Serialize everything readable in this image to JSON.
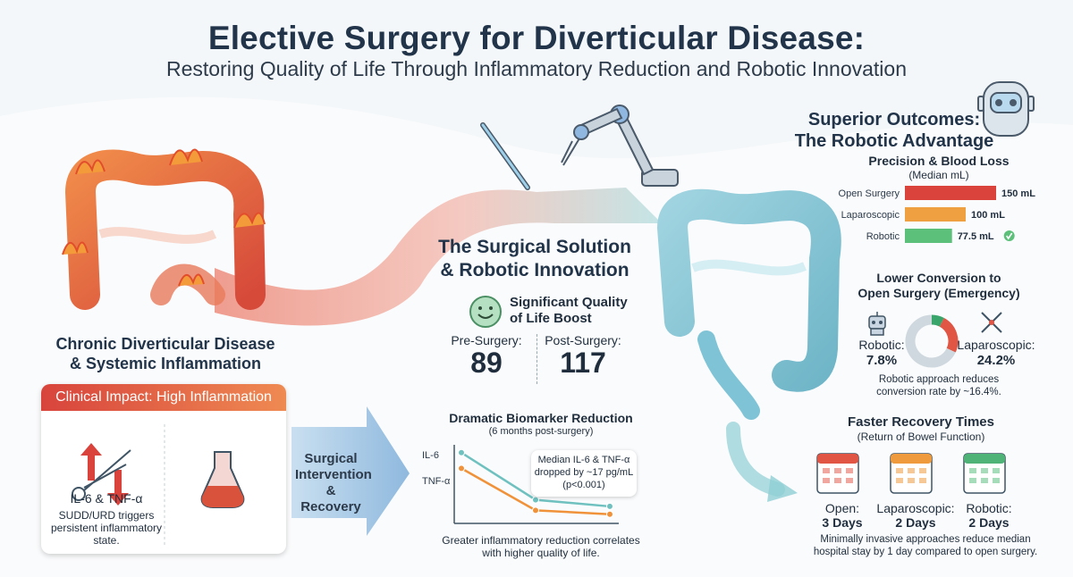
{
  "header": {
    "title": "Elective Surgery for Diverticular Disease:",
    "subtitle": "Restoring Quality of Life Through Inflammatory Reduction and Robotic Innovation"
  },
  "left": {
    "heading_line1": "Chronic Diverticular Disease",
    "heading_line2": "& Systemic Inflammation",
    "card_title": "Clinical Impact: High Inflammation",
    "markers": "IL-6 & TNF-α",
    "note_line1": "SUDD/URD triggers",
    "note_line2": "persistent inflammatory",
    "note_line3": "state."
  },
  "intervention": {
    "line1": "Surgical",
    "line2": "Intervention",
    "line3": "& Recovery"
  },
  "middle": {
    "heading_line1": "The Surgical Solution",
    "heading_line2": "& Robotic Innovation",
    "qol_line1": "Significant Quality",
    "qol_line2": "of Life Boost",
    "pre_label": "Pre-Surgery:",
    "pre_value": "89",
    "post_label": "Post-Surgery:",
    "post_value": "117",
    "biomarker_title": "Dramatic Biomarker Reduction",
    "biomarker_sub": "(6 months post-surgery)",
    "callout_line1": "Median IL-6 & TNF-α",
    "callout_line2": "dropped by ~17 pg/mL",
    "callout_line3": "(p<0.001)",
    "footer_line1": "Greater inflammatory reduction correlates",
    "footer_line2": "with higher quality of life."
  },
  "right": {
    "heading_line1": "Superior Outcomes:",
    "heading_line2": "The Robotic Advantage",
    "blood_title": "Precision & Blood Loss",
    "blood_sub": "(Median mL)",
    "conv_title_line1": "Lower Conversion to",
    "conv_title_line2": "Open Surgery (Emergency)",
    "robotic_label": "Robotic:",
    "robotic_value": "7.8%",
    "lap_label": "Laparoscopic:",
    "lap_value": "24.2%",
    "conv_note_line1": "Robotic approach reduces",
    "conv_note_line2": "conversion rate by ~16.4%.",
    "recovery_title": "Faster Recovery Times",
    "recovery_sub": "(Return of Bowel Function)",
    "recovery_items": [
      {
        "label": "Open:",
        "value": "3 Days"
      },
      {
        "label": "Laparoscopic:",
        "value": "2 Days"
      },
      {
        "label": "Robotic:",
        "value": "2 Days"
      }
    ],
    "recovery_note_line1": "Minimally invasive approaches reduce median",
    "recovery_note_line2": "hospital stay by 1 day compared to open surgery."
  },
  "chart_data": [
    {
      "type": "bar",
      "orientation": "horizontal",
      "categories": [
        "Open Surgery",
        "Laparoscopic",
        "Robotic"
      ],
      "values": [
        150,
        100,
        77.5
      ],
      "value_labels": [
        "150 mL",
        "100 mL",
        "77.5 mL"
      ],
      "colors": [
        "#d9433b",
        "#efa040",
        "#5cc07a"
      ],
      "xlim": [
        0,
        150
      ]
    },
    {
      "type": "line",
      "x": [
        0,
        1,
        2
      ],
      "series": [
        {
          "name": "IL-6",
          "values": [
            27,
            9,
            6.5
          ],
          "color": "#6fc1c0"
        },
        {
          "name": "TNF-α",
          "values": [
            21,
            5,
            3.5
          ],
          "color": "#f0923a"
        }
      ],
      "ylim": [
        0,
        30
      ]
    },
    {
      "type": "pie",
      "categories": [
        "Robotic",
        "Laparoscopic",
        "Other"
      ],
      "values": [
        7.8,
        24.2,
        68.0
      ],
      "colors": [
        "#3aa56b",
        "#e05543",
        "#cfd8de"
      ]
    }
  ],
  "colors": {
    "inflamed": "#e4633e",
    "healthy": "#7fc3d6",
    "robotic_green": "#5cc07a",
    "title_navy": "#22344a"
  }
}
